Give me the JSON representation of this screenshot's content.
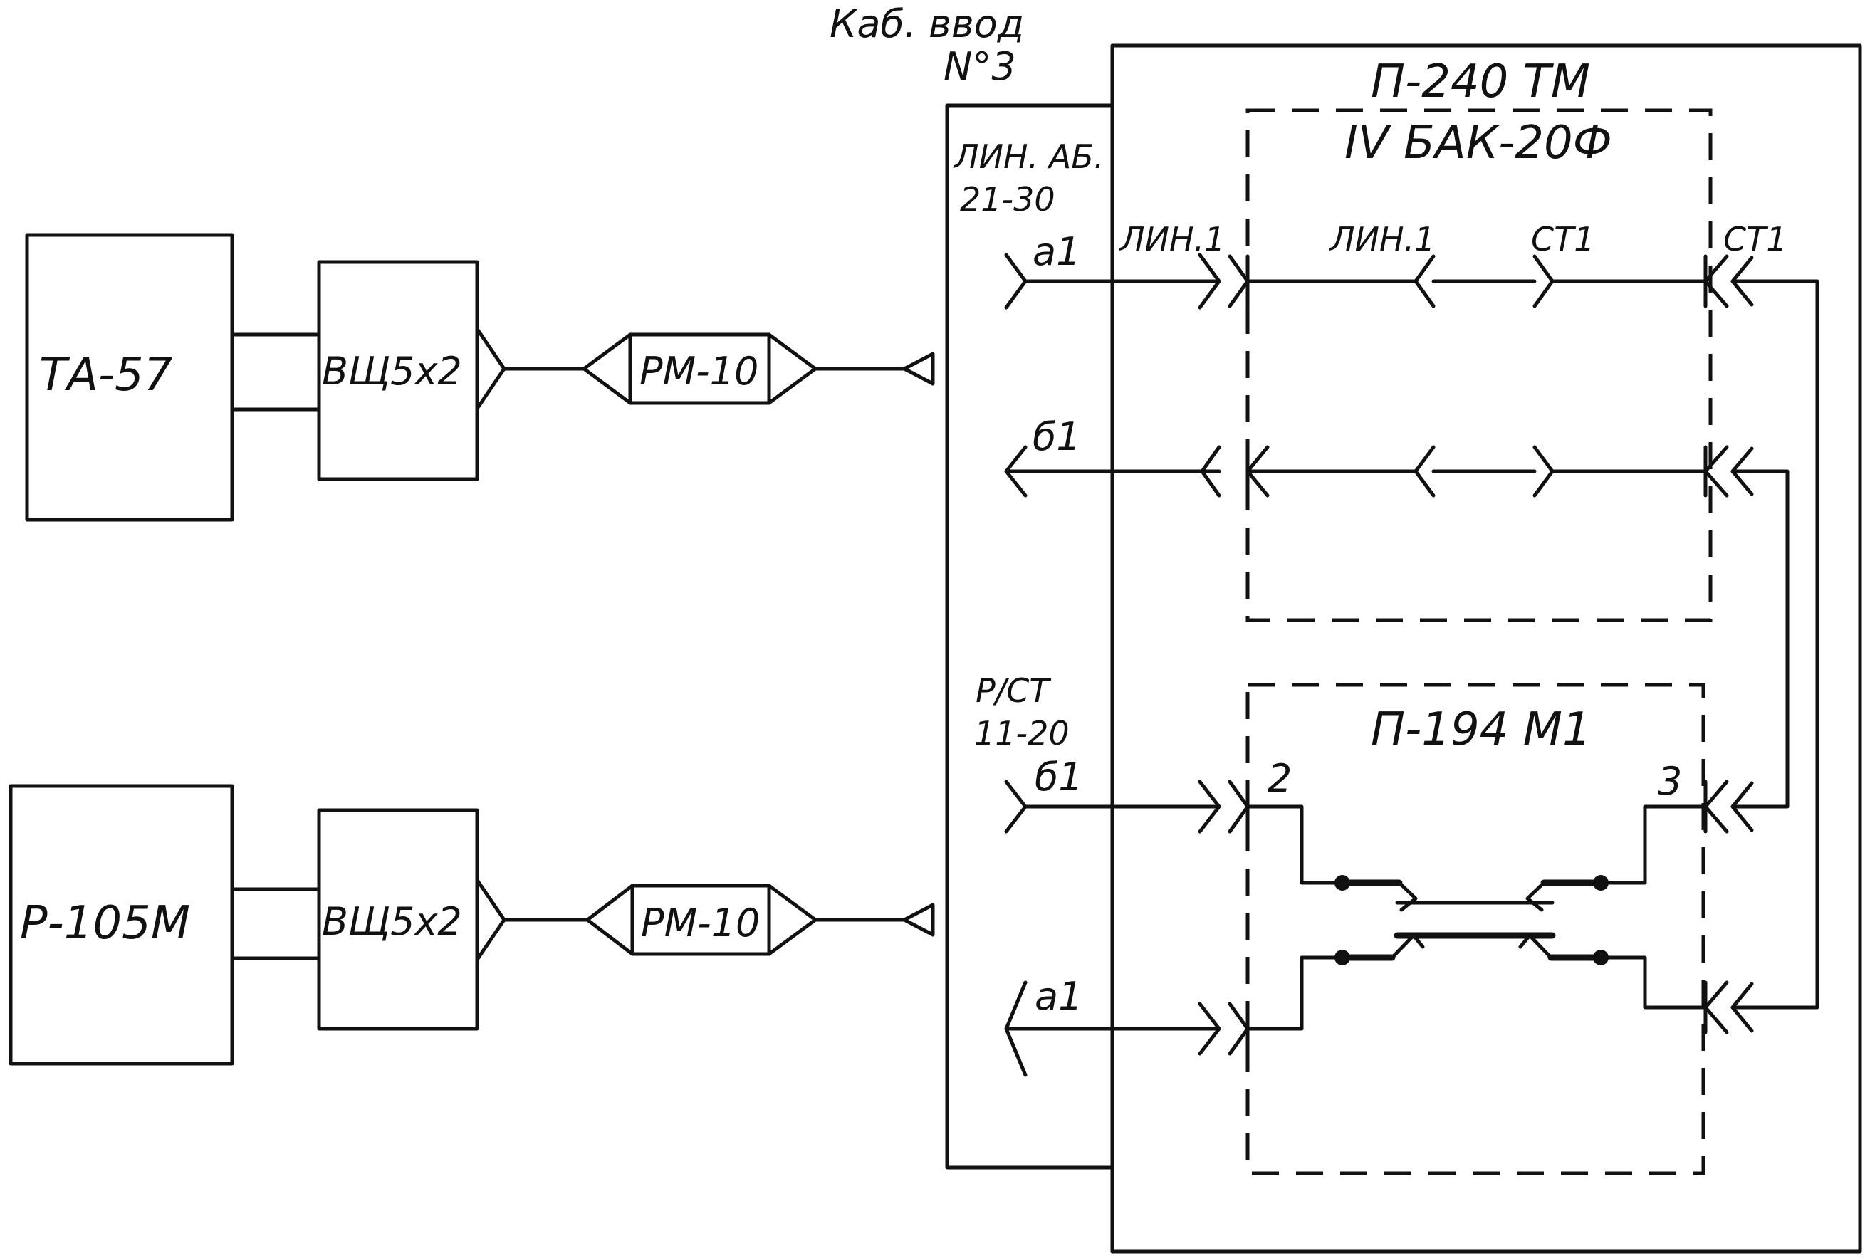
{
  "devices": {
    "ta57": "ТА-57",
    "r105m": "Р-105М",
    "vshch_top": "ВЩ5х2",
    "vshch_bottom": "ВЩ5х2",
    "rm10_top": "РМ-10",
    "rm10_bottom": "РМ-10"
  },
  "cable_entry": {
    "title_line1": "Каб. ввод",
    "title_line2": "N°3",
    "lin_ab_line1": "ЛИН. АБ.",
    "lin_ab_line2": "21-30",
    "rst_line1": "Р/СТ",
    "rst_line2": "11-20"
  },
  "p240": {
    "title_line1": "П-240 ТМ",
    "title_line2": "IV БАК-20Ф"
  },
  "p194": {
    "title": "П-194 М1",
    "pin_left": "2",
    "pin_right": "3"
  },
  "signals": {
    "a1_top": "а1",
    "b1_top": "б1",
    "b1_bottom": "б1",
    "a1_bottom": "а1",
    "lin1_left": "ЛИН.1",
    "lin1_inner": "ЛИН.1",
    "st1_inner": "СТ1",
    "st1_right": "СТ1"
  }
}
